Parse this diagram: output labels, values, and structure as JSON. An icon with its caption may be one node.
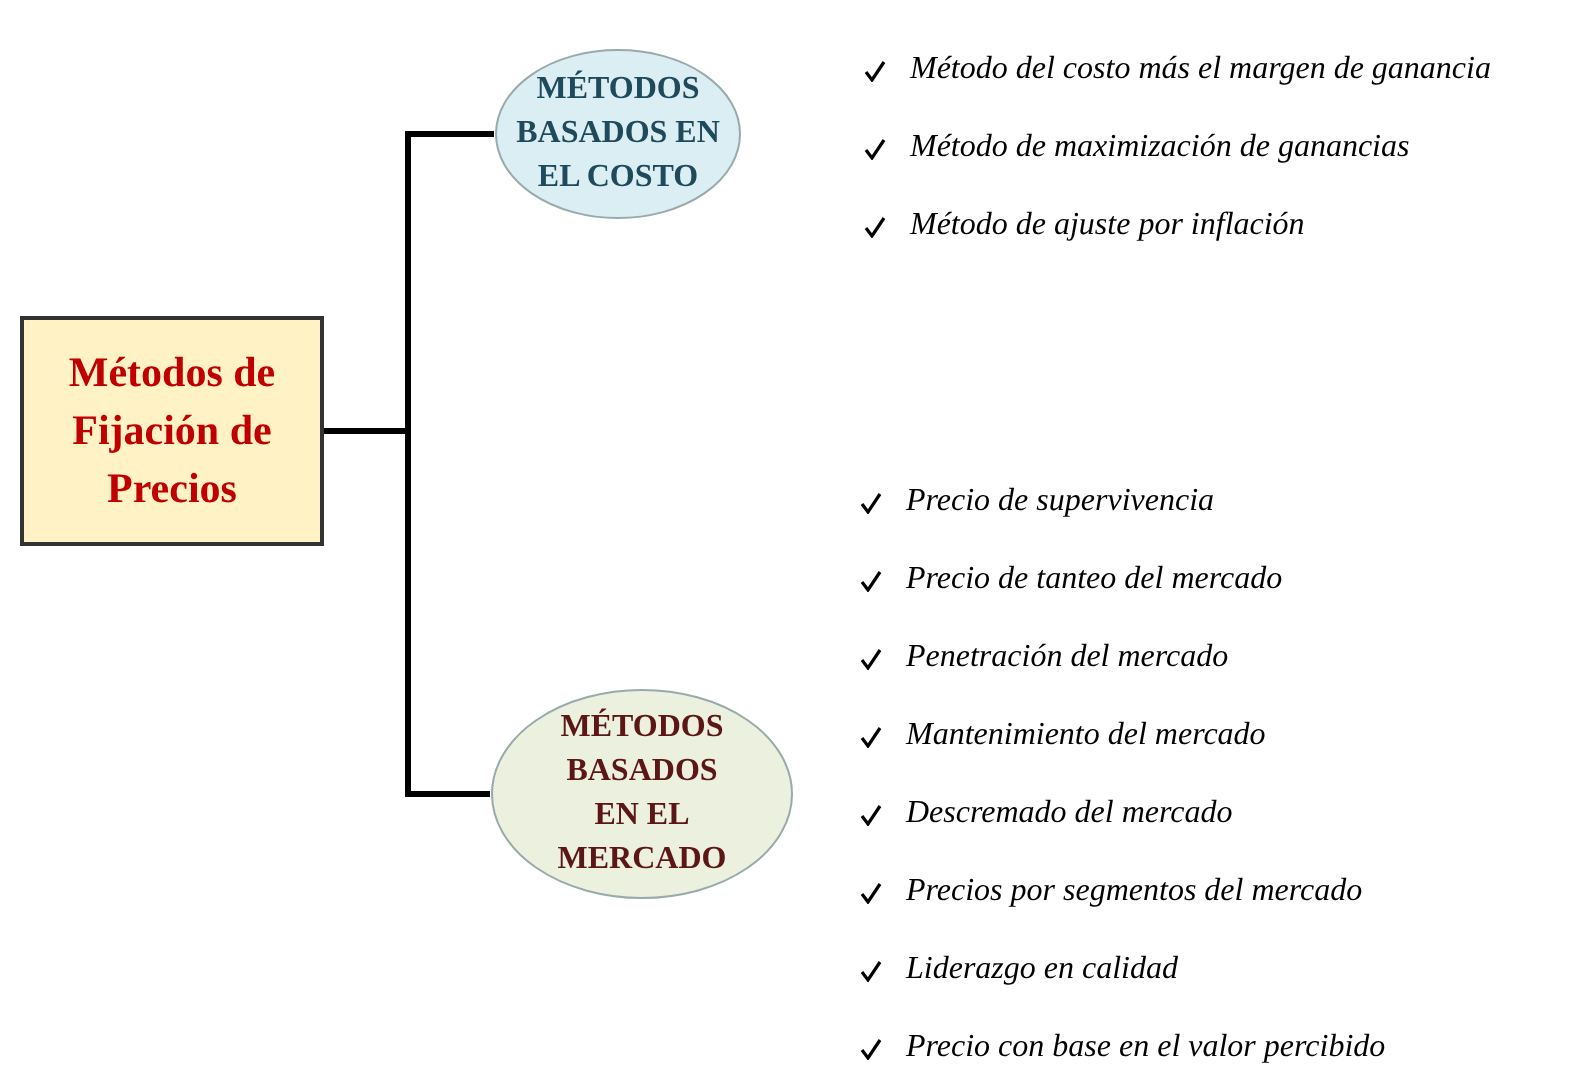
{
  "diagram": {
    "nodes": [
      {
        "text": [
          "Métodos de Fijación de Precios"
        ]
      },
      {
        "text": [
          "MÉTODOS BASADOS EN EL COSTO"
        ]
      },
      {
        "text": [
          "MÉTODOS BASADOS EN EL MERCADO"
        ]
      }
    ],
    "edges": [
      {
        "from": 0,
        "to": 1,
        "arrow": "none"
      },
      {
        "from": 0,
        "to": 2,
        "arrow": "none"
      }
    ],
    "labels": [
      "Método del costo más el margen de ganancia",
      "Método de maximización de ganancias",
      "Método de ajuste por inflación",
      "Precio de supervivencia",
      "Precio de tanteo del mercado",
      "Penetración del mercado",
      "Mantenimiento del mercado",
      "Descremado del mercado",
      "Precios por segmentos del mercado",
      "Liderazgo en calidad",
      "Precio con base en el valor percibido"
    ]
  }
}
